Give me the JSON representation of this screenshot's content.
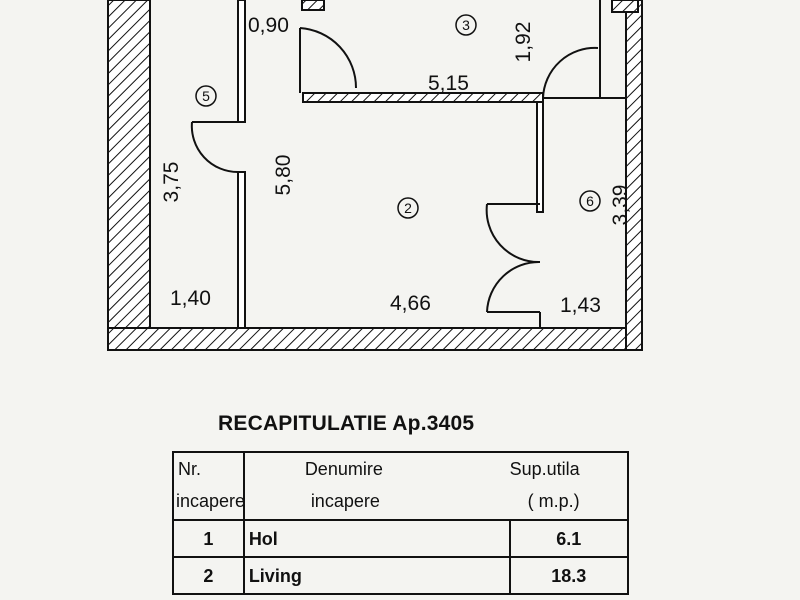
{
  "plan": {
    "rooms": [
      {
        "number": "2"
      },
      {
        "number": "3"
      },
      {
        "number": "5"
      },
      {
        "number": "6"
      }
    ],
    "dimensions": [
      "0,90",
      "5,15",
      "1,92",
      "3,75",
      "5,80",
      "3,39",
      "1,40",
      "4,66",
      "1,43"
    ]
  },
  "recap": {
    "title": "RECAPITULATIE Ap.3405",
    "headers": {
      "nr_line1": "Nr.",
      "nr_line2": "incapere",
      "name_line1": "Denumire",
      "name_line2": "incapere",
      "area_line1": "Sup.utila",
      "area_line2": "( m.p.)"
    },
    "rows": [
      {
        "nr": "1",
        "name": "Hol",
        "area": "6.1"
      },
      {
        "nr": "2",
        "name": "Living",
        "area": "18.3"
      }
    ]
  }
}
